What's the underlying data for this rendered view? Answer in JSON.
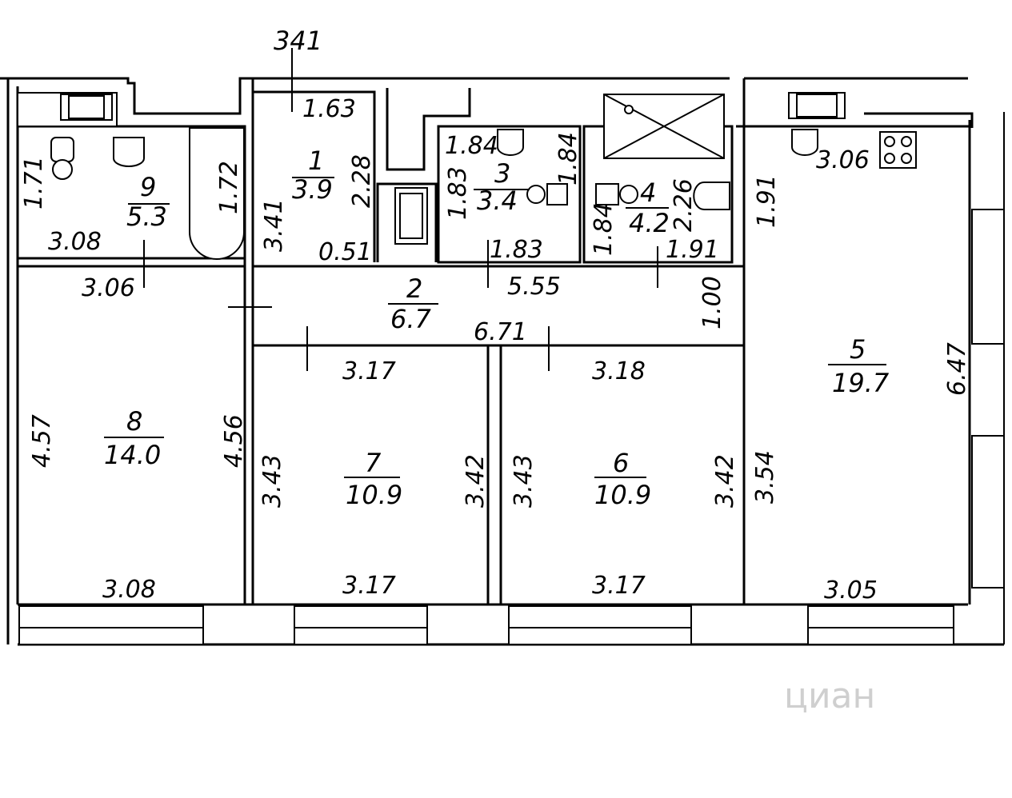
{
  "top_label": "341",
  "rooms": [
    {
      "num": "1",
      "area": "3.9"
    },
    {
      "num": "2",
      "area": "6.7"
    },
    {
      "num": "3",
      "area": "3.4"
    },
    {
      "num": "4",
      "area": "4.2"
    },
    {
      "num": "5",
      "area": "19.7"
    },
    {
      "num": "6",
      "area": "10.9"
    },
    {
      "num": "7",
      "area": "10.9"
    },
    {
      "num": "8",
      "area": "14.0"
    },
    {
      "num": "9",
      "area": "5.3"
    }
  ],
  "dims": {
    "r9_left": "1.71",
    "r9_right": "1.72",
    "r9_bottom": "3.08",
    "r8_top": "3.06",
    "r8_left": "4.57",
    "r8_right": "4.56",
    "r8_bottom": "3.08",
    "r1_top": "1.63",
    "r1_right": "2.28",
    "r1_left": "3.41",
    "r1_bottom": "0.51",
    "r3_top": "1.84",
    "r3_left": "1.83",
    "r3_right": "1.84",
    "r3_bottom": "1.83",
    "r4_left": "1.84",
    "r4_right": "2.26",
    "r4_bottom": "1.91",
    "corr_top": "5.55",
    "corr_bottom": "6.71",
    "corr_right": "1.00",
    "r7_top": "3.17",
    "r7_left": "3.43",
    "r7_right": "3.42",
    "r7_bottom": "3.17",
    "r6_top": "3.18",
    "r6_left": "3.43",
    "r6_right": "3.42",
    "r6_bottom": "3.17",
    "r5_stove": "3.06",
    "r5_upper": "1.91",
    "r5_left": "3.54",
    "r5_right": "6.47",
    "r5_bottom": "3.05"
  },
  "watermark": "циан"
}
